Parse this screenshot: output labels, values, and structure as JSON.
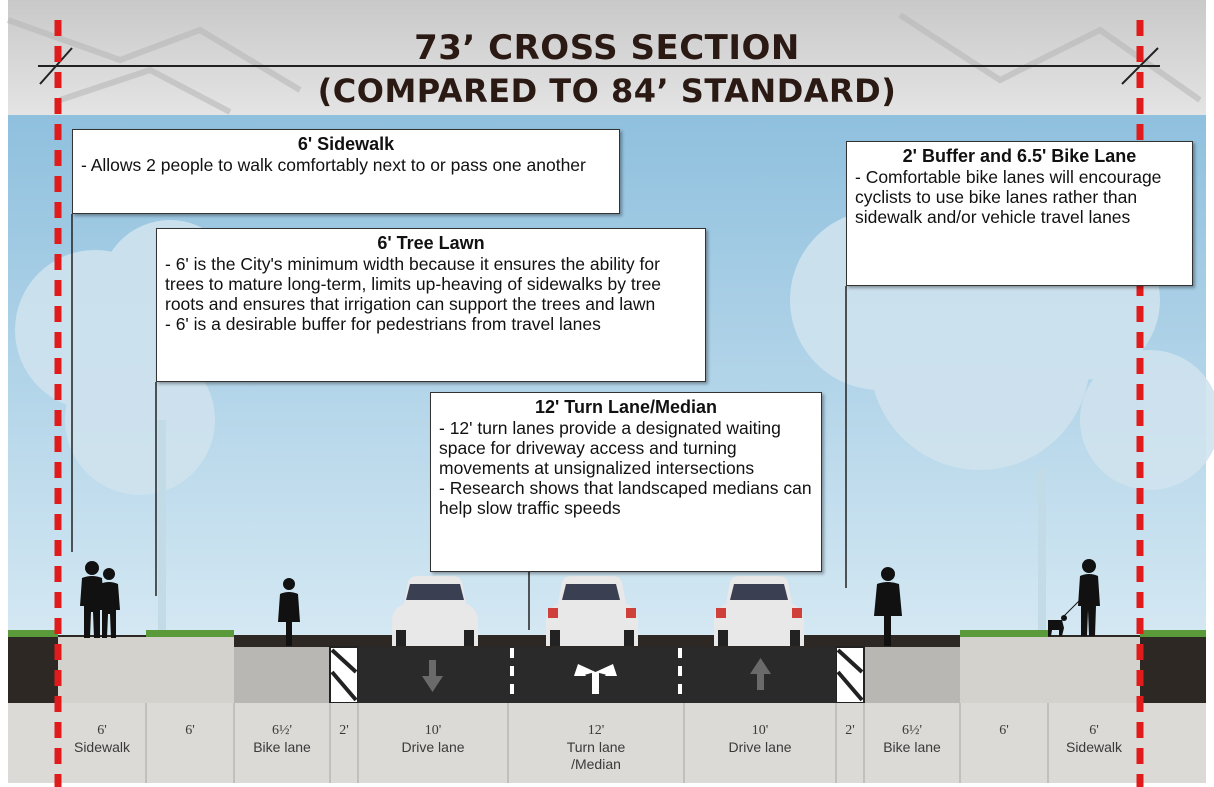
{
  "title": {
    "line1": "73’  CROSS SECTION",
    "line2": "(COMPARED TO 84’ STANDARD)"
  },
  "callouts": {
    "sidewalk": {
      "heading": "6' Sidewalk",
      "lines": [
        "- Allows 2 people to walk comfortably next to or pass one another"
      ]
    },
    "tree_lawn": {
      "heading": "6' Tree Lawn",
      "lines": [
        "- 6' is the City's minimum width because it ensures the ability for trees to mature long-term, limits up-heaving of sidewalks by tree roots and ensures that irrigation can support the trees and lawn",
        "- 6' is a desirable buffer for pedestrians from travel lanes"
      ]
    },
    "turn_lane": {
      "heading": "12' Turn Lane/Median",
      "lines": [
        "- 12' turn lanes provide a designated waiting space for driveway access and turning movements at unsignalized intersections",
        "- Research shows that landscaped medians can help slow traffic speeds"
      ]
    },
    "bike_lane": {
      "heading": "2' Buffer and 6.5' Bike Lane",
      "lines": [
        "- Comfortable bike lanes will encourage cyclists to use bike lanes rather than sidewalk and/or vehicle travel lanes"
      ]
    }
  },
  "segments": [
    {
      "width": "6'",
      "name": "Sidewalk"
    },
    {
      "width": "6'",
      "name": ""
    },
    {
      "width": "6½'",
      "name": "Bike lane"
    },
    {
      "width": "2'",
      "name": ""
    },
    {
      "width": "10'",
      "name": "Drive lane"
    },
    {
      "width": "12'",
      "name": "Turn lane /Median"
    },
    {
      "width": "10'",
      "name": "Drive lane"
    },
    {
      "width": "2'",
      "name": ""
    },
    {
      "width": "6½'",
      "name": "Bike lane"
    },
    {
      "width": "6'",
      "name": ""
    },
    {
      "width": "6'",
      "name": "Sidewalk"
    }
  ],
  "icons": {
    "lane_arrow_left": "down-arrow-icon",
    "lane_arrow_center": "two-way-turn-arrow-icon",
    "lane_arrow_right": "up-arrow-icon"
  },
  "colors": {
    "sky": "#9fcbe4",
    "asphalt": "#2a2a2a",
    "concrete": "#c9c7c2",
    "boundary": "#e01b1b",
    "soil": "#2e2824",
    "grass": "#5a9a3a"
  }
}
